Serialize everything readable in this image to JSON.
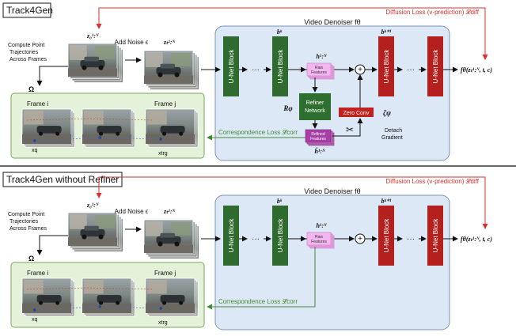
{
  "panels": [
    {
      "title": "Track4Gen",
      "loss_diff": "Diffusion Loss (v-prediction) 𝓛diff",
      "denoiser_label": "Video Denoiser fθ",
      "compute_label": [
        "Compute Point",
        "Trajectories",
        "Across Frames"
      ],
      "z0": "z₀¹:ᴺ",
      "add_noise": "Add Noise ϵ",
      "zt": "zₜ¹:ᴺ",
      "omega": "Ω",
      "bk": "bᵏ",
      "bk1": "bᵏ⁺¹",
      "h": "h¹:ᴺ",
      "hhat": "ĥ¹:ᴺ",
      "unet_label": "U-Net Block",
      "dots": "···",
      "raw_features": [
        "Raw",
        "Features"
      ],
      "refined_features": [
        "Refined",
        "Features"
      ],
      "refiner_label": [
        "Refiner",
        "Network"
      ],
      "refiner_symbol": "Rφ",
      "zero_conv": "Zero Conv",
      "zeta": "ζψ",
      "detach": [
        "Detach",
        "Gradient"
      ],
      "corr_loss": "Correspondence Loss 𝓛corr",
      "frame_i": "Frame i",
      "frame_j": "Frame j",
      "xq": "xq",
      "xtrg": "xtrg",
      "output": "fθ(zₜ¹:ᴺ, t, c)"
    },
    {
      "title": "Track4Gen without Refiner",
      "loss_diff": "Diffusion Loss (v-prediction) 𝓛diff",
      "denoiser_label": "Video Denoiser fθ",
      "compute_label": [
        "Compute Point",
        "Trajectories",
        "Across Frames"
      ],
      "z0": "z₀¹:ᴺ",
      "add_noise": "Add Noise ϵ",
      "zt": "zₜ¹:ᴺ",
      "omega": "Ω",
      "bk": "bᵏ",
      "bk1": "bᵏ⁺¹",
      "h": "h¹:ᴺ",
      "unet_label": "U-Net Block",
      "dots": "···",
      "raw_features": [
        "Raw",
        "Features"
      ],
      "corr_loss": "Correspondence Loss 𝓛corr",
      "frame_i": "Frame i",
      "frame_j": "Frame j",
      "xq": "xq",
      "xtrg": "xtrg",
      "output": "fθ(zₜ¹:ᴺ, t, c)"
    }
  ],
  "colors": {
    "red_loss": "#d9312b",
    "green_loss": "#3f8a32",
    "unet_green": "#2f6b2f",
    "unet_red": "#b3201e",
    "refiner_green": "#2e6e2e",
    "zero_conv_red": "#c0221e",
    "features_pink": "#f3b6ee",
    "features_purple": "#a63fa6",
    "denoiser_bg": "#dde8f6",
    "frames_bg": "#e3f2d8"
  }
}
